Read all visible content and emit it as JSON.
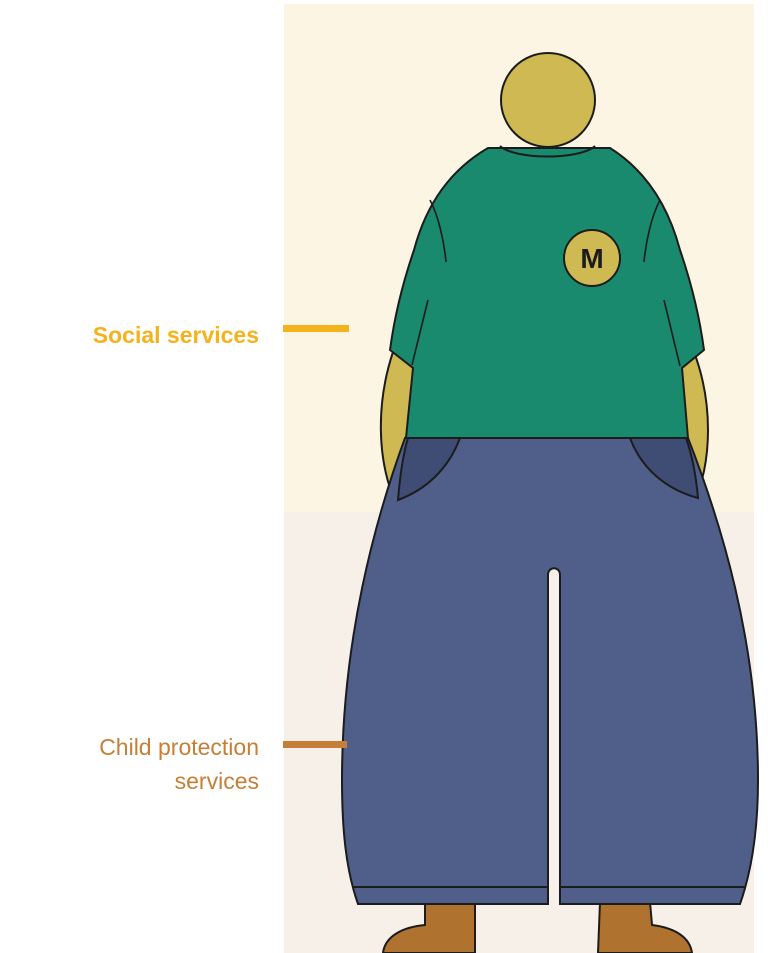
{
  "labels": {
    "social_services": "Social services",
    "child_protection_line1": "Child protection",
    "child_protection_line2": "services"
  },
  "shirt_emblem": {
    "letter": "M"
  },
  "colors": {
    "social_services": "#f5b21b",
    "child_protection": "#c57f36",
    "shirt": "#1a8a6e",
    "skin": "#cfb953",
    "pants": "#4f5f89",
    "boots": "#b0722f",
    "background_top": "#fdf5e3",
    "background_bottom": "#f7f0e8"
  }
}
